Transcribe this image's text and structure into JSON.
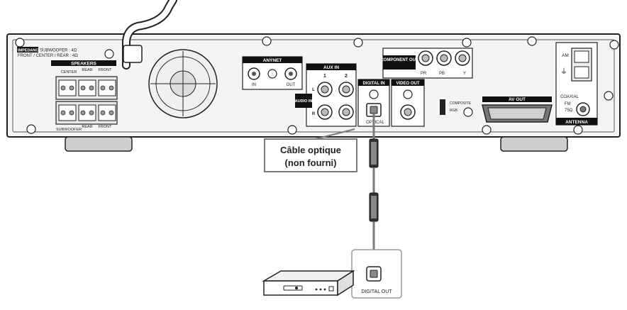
{
  "panel": {
    "impedance_badge": "IMPEDANCE",
    "impedance_line1": "SUBWOOFER : 4Ω",
    "impedance_line2": "FRONT / CENTER / REAR : 4Ω",
    "speakers_title": "SPEAKERS",
    "center": "CENTER",
    "rear": "REAR",
    "front": "FRONT",
    "subwoofer": "SUBWOOFER",
    "left_mark": "L",
    "right_mark": "R"
  },
  "anynet": {
    "title": "ANYNET",
    "in": "IN",
    "out": "OUT"
  },
  "aux": {
    "title": "AUX  IN",
    "num1": "1",
    "num2": "2",
    "audio_in": "AUDIO IN",
    "l": "L",
    "r": "R"
  },
  "digital": {
    "title": "DIGITAL IN",
    "optical": "OPTICAL"
  },
  "video": {
    "title": "VIDEO OUT"
  },
  "component": {
    "title": "COMPONENT OUT",
    "pr": "PR",
    "pb": "PB",
    "y": "Y"
  },
  "switch": {
    "composite": "COMPOSITE",
    "rgb": "RGB"
  },
  "avout": {
    "title": "AV OUT"
  },
  "antenna": {
    "am": "AM",
    "coaxial": "COAXIAL",
    "fm": "FM",
    "fm_ohm": "75Ω",
    "title": "ANTENNA"
  },
  "callout": {
    "line1": "Câble optique",
    "line2": "(non fourni)"
  },
  "device": {
    "digital_out": "DIGITAL OUT"
  },
  "colors": {
    "outline": "#222222",
    "panel": "#f2f2f2",
    "label_bg": "#111111",
    "cable": "#7a7a7a",
    "shadow": "#d8d8d8"
  }
}
